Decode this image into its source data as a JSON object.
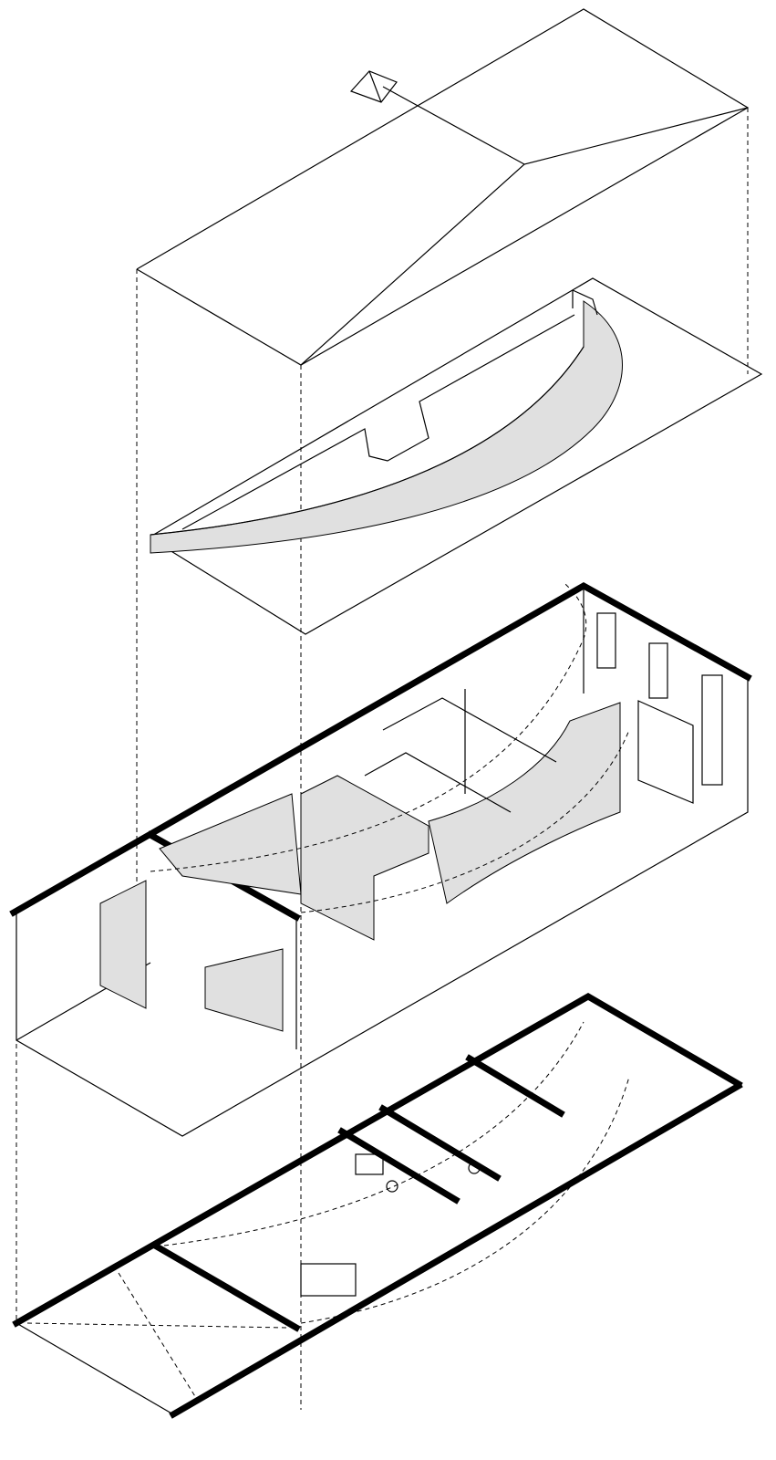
{
  "diagram": {
    "kind": "exploded axonometric",
    "layers": [
      "roof",
      "ceiling-with-curved-wall",
      "interior-3d",
      "floor-plan"
    ],
    "colors": {
      "line": "#000000",
      "background": "#ffffff",
      "shade": "#e0e0e0"
    }
  }
}
